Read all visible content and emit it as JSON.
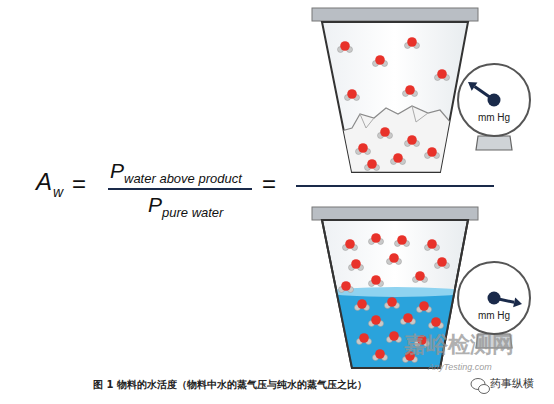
{
  "diagram": {
    "caption": "图 1 物料的水活度（物料中水的蒸气压与纯水的蒸气压之比）",
    "nodes": [
      {
        "text": [
          "mm Hg"
        ]
      },
      {
        "text": [
          "mm Hg"
        ]
      }
    ],
    "labels": [
      "A",
      "w",
      "=",
      "P",
      "water above product",
      "P",
      "pure water",
      "=",
      "嘉峪检测网",
      "AnyTesting.com",
      "药事纵横"
    ]
  }
}
